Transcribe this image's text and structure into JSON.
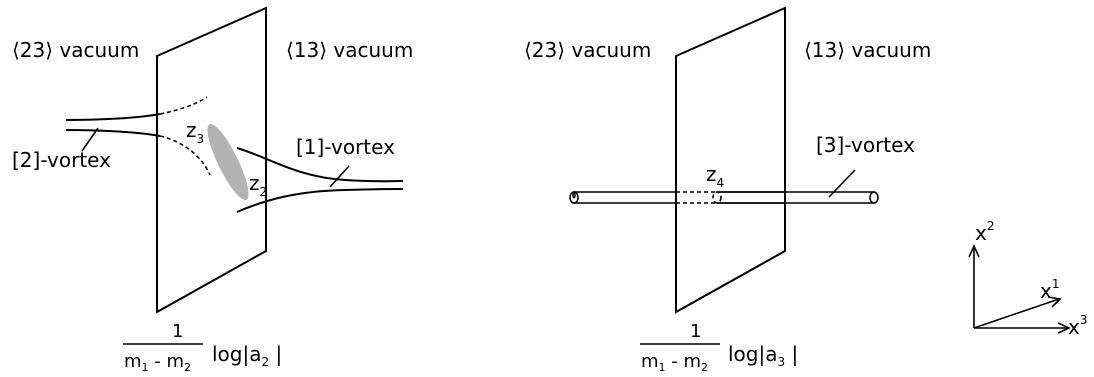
{
  "left_panel": {
    "vacuum_left": "⟨23⟩ vacuum",
    "vacuum_right": "⟨13⟩ vacuum",
    "vortex_left": "[2]-vortex",
    "vortex_right": "[1]-vortex",
    "z3": "z",
    "z3_sub": "3",
    "z2": "z",
    "z2_sub": "2",
    "frac_num": "1",
    "frac_den_m1": "m",
    "frac_den_m1_sub": "1",
    "frac_den_minus": " - m",
    "frac_den_m2_sub": "2",
    "log_text": "log|a",
    "log_sub": "2",
    "log_close": " |"
  },
  "right_panel": {
    "vacuum_left": "⟨23⟩ vacuum",
    "vacuum_right": "⟨13⟩ vacuum",
    "vortex": "[3]-vortex",
    "z4": "z",
    "z4_sub": "4",
    "frac_num": "1",
    "frac_den_m1": "m",
    "frac_den_m1_sub": "1",
    "frac_den_minus": " - m",
    "frac_den_m2_sub": "2",
    "log_text": "log|a",
    "log_sub": "3",
    "log_close": " |"
  },
  "axes": {
    "x1": "x",
    "x1_sup": "1",
    "x2": "x",
    "x2_sup": "2",
    "x3": "x",
    "x3_sup": "3"
  },
  "colors": {
    "ellipse_fill": "#b3b3b3",
    "line": "#000000"
  }
}
